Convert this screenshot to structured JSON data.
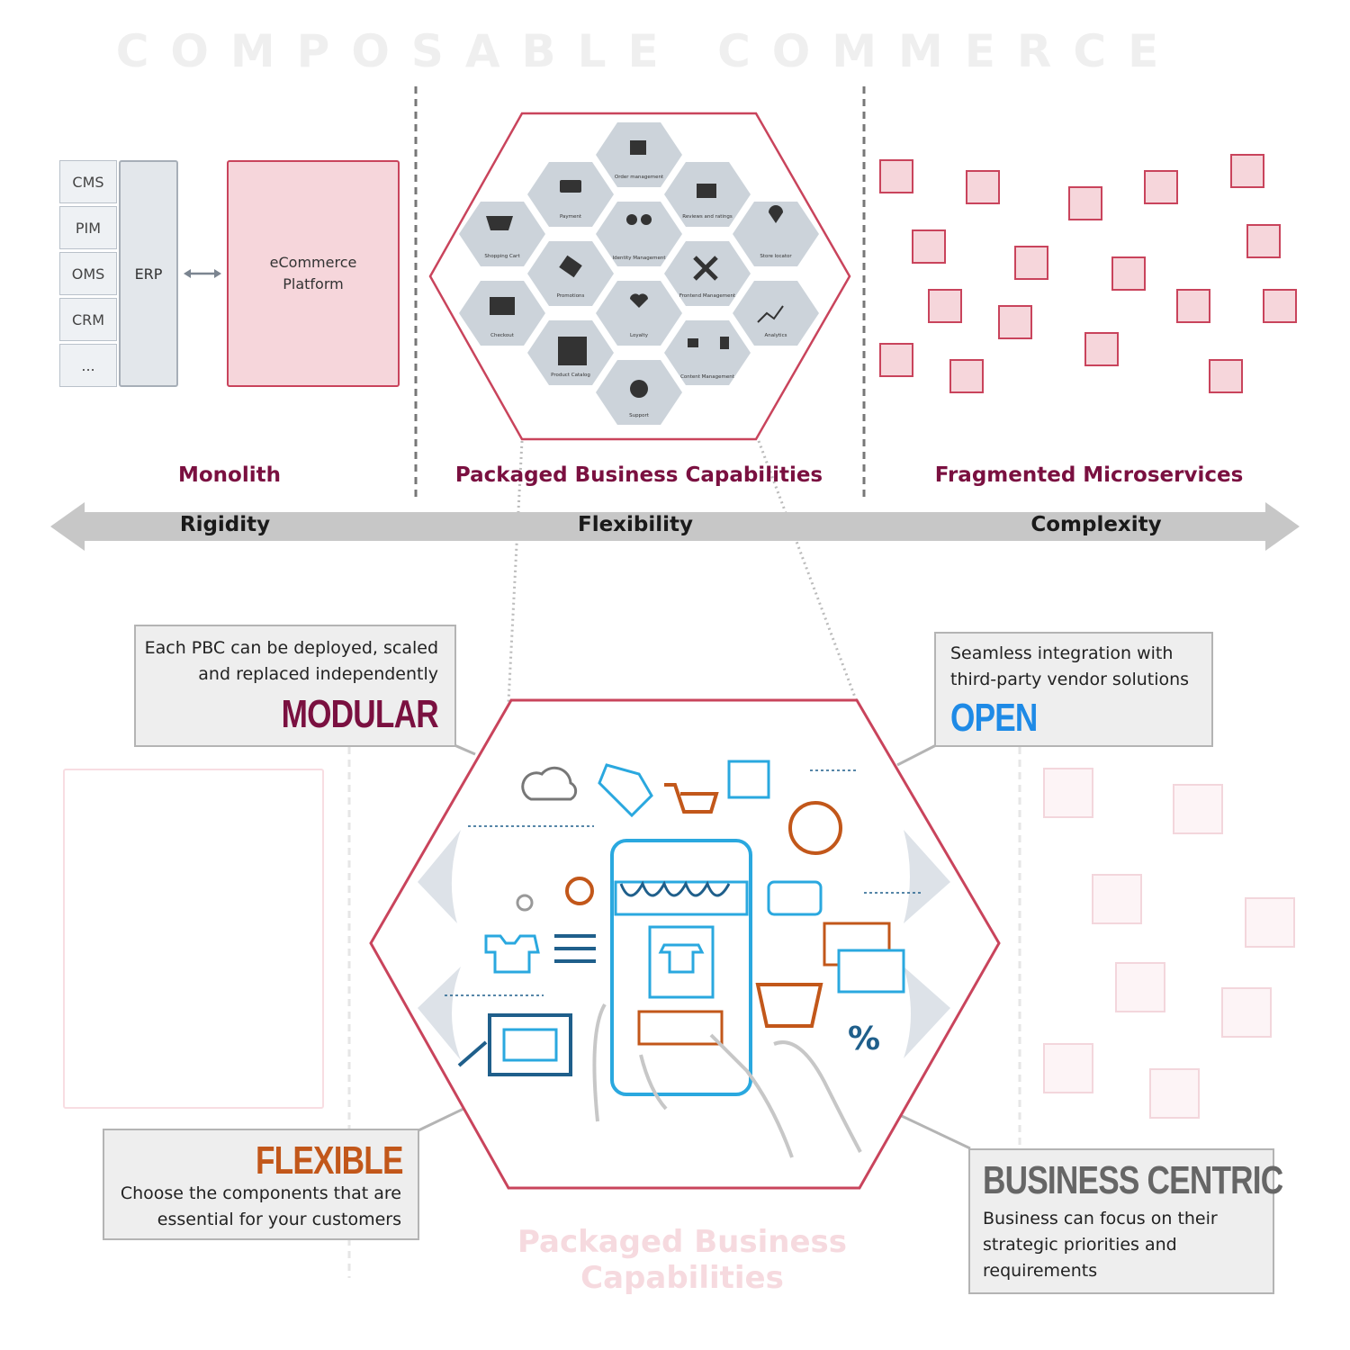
{
  "header": {
    "watermark_title": "COMPOSABLE COMMERCE"
  },
  "monolith": {
    "stack_items": [
      "CMS",
      "PIM",
      "OMS",
      "CRM",
      "..."
    ],
    "erp_label": "ERP",
    "platform_label_line1": "eCommerce",
    "platform_label_line2": "Platform",
    "segment_label": "Monolith"
  },
  "pbc": {
    "segment_label": "Packaged Business Capabilities",
    "capabilities": [
      "Order management",
      "Payment",
      "Reviews and ratings",
      "Shopping Cart",
      "Identity Management",
      "Store locator",
      "Promotions",
      "Frontend Management",
      "Checkout",
      "Loyalty",
      "Analytics",
      "Product Catalog",
      "Content Management",
      "Support"
    ]
  },
  "microservices": {
    "segment_label": "Fragmented Microservices"
  },
  "spectrum": {
    "left": "Rigidity",
    "center": "Flexibility",
    "right": "Complexity"
  },
  "callouts": {
    "modular": {
      "line1": "Each PBC can be deployed, scaled",
      "line2": "and replaced independently",
      "title": "MODULAR",
      "color": "#7a1040"
    },
    "open": {
      "line1": "Seamless integration with",
      "line2": "third-party vendor solutions",
      "title": "OPEN",
      "color": "#1e8ae6"
    },
    "flexible": {
      "title": "FLEXIBLE",
      "line1": "Choose the components that are",
      "line2": "essential for your customers",
      "color": "#c2571a"
    },
    "business_centric": {
      "title": "BUSINESS CENTRIC",
      "line1": "Business can focus on their",
      "line2": "strategic priorities and",
      "line3": "requirements",
      "color": "#666666"
    }
  },
  "footer": {
    "watermark_label": "Packaged Business Capabilities"
  },
  "colors": {
    "accent": "#c9445c",
    "pink_fill": "#f6d6db",
    "label": "#7a1040",
    "grey_hex": "#ccd3da"
  }
}
